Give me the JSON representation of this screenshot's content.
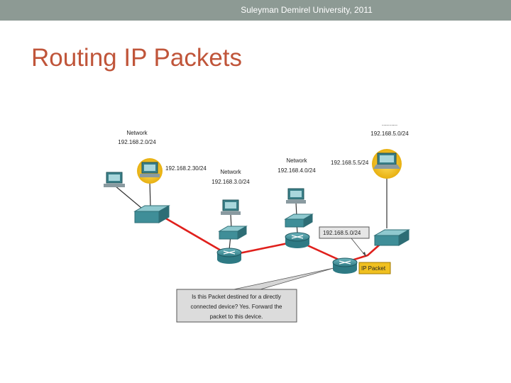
{
  "header": {
    "text": "Suleyman Demirel University, 2011"
  },
  "slide": {
    "title": "Routing IP Packets"
  },
  "diagram": {
    "labels": {
      "net1_title": "Network",
      "net1_addr": "192.168.2.0/24",
      "host_addr": "192.168.2.30/24",
      "net2_title": "Network",
      "net2_addr": "192.168.3.0/24",
      "net3_title": "Network",
      "net3_addr": "192.168.4.0/24",
      "net4_title": "..........",
      "net4_addr": "192.168.5.0/24",
      "dest_addr": "192.168.5.5/24",
      "router_route": "192.168.5.0/24",
      "packet": "IP Packet"
    },
    "callout": {
      "line1": "Is this Packet destined for a directly",
      "line2": "connected device? Yes. Forward the",
      "line3": "packet to this device."
    },
    "colors": {
      "active_link": "#e0201c",
      "passive_link": "#333333",
      "highlight": "#f0c020",
      "device": "#3f8e98"
    }
  }
}
